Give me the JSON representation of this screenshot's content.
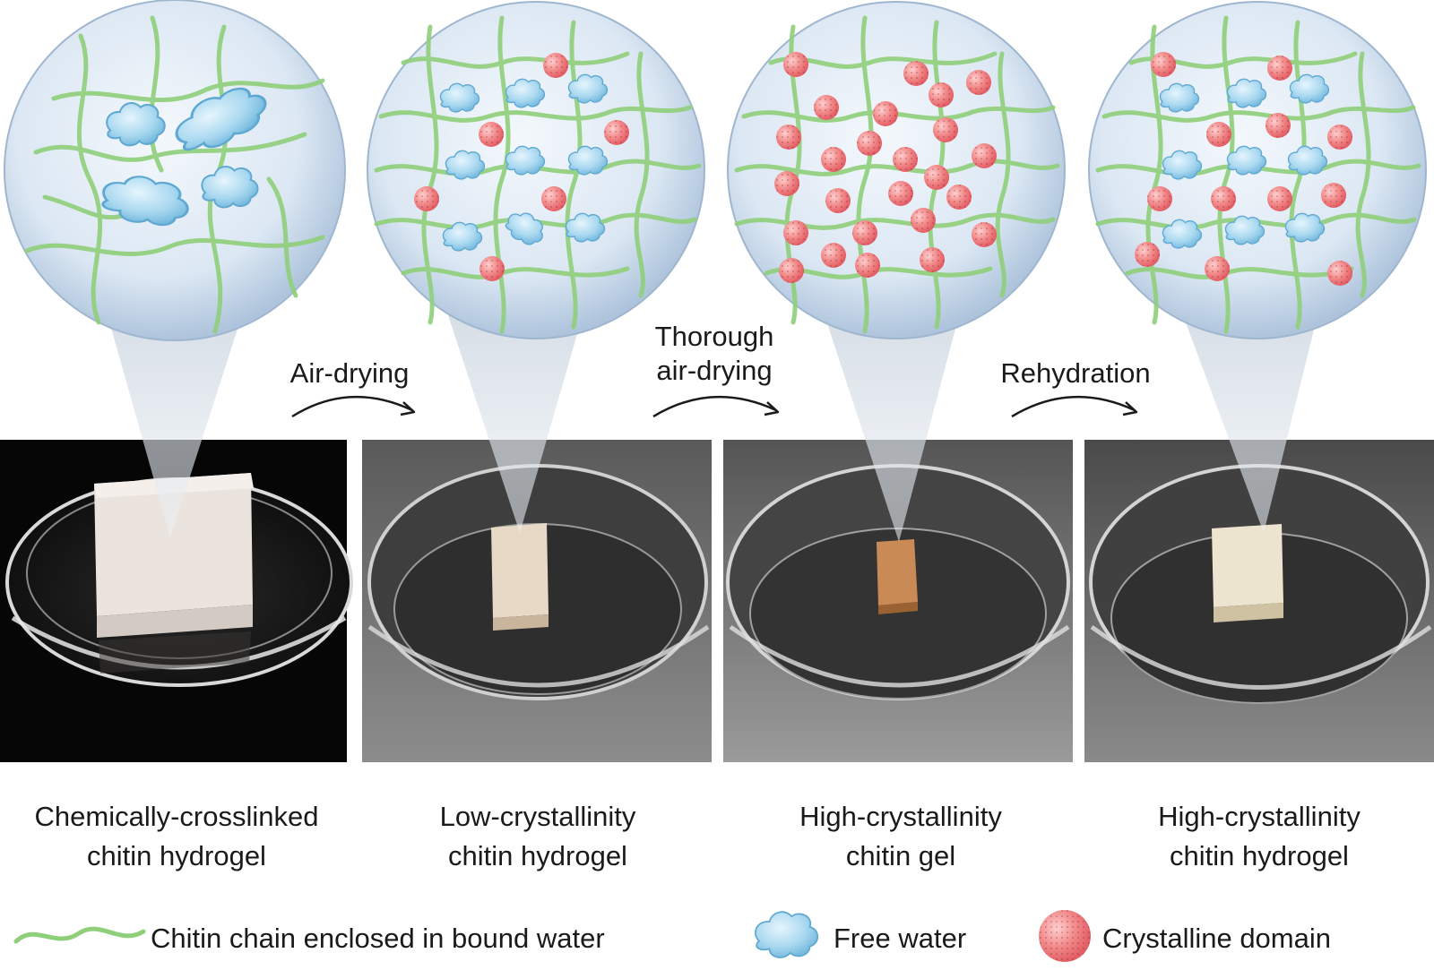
{
  "stages": [
    {
      "caption_line1": "Chemically-crosslinked",
      "caption_line2": "chitin hydrogel"
    },
    {
      "caption_line1": "Low-crystallinity",
      "caption_line2": "chitin hydrogel"
    },
    {
      "caption_line1": "High-crystallinity",
      "caption_line2": "chitin gel"
    },
    {
      "caption_line1": "High-crystallinity",
      "caption_line2": "chitin hydrogel"
    }
  ],
  "transitions": [
    {
      "line1": "Air-drying",
      "line2": ""
    },
    {
      "line1": "Thorough",
      "line2": "air-drying"
    },
    {
      "line1": "Rehydration",
      "line2": ""
    }
  ],
  "legend": {
    "chain": "Chitin chain enclosed in bound water",
    "free_water": "Free water",
    "crystalline": "Crystalline domain"
  },
  "colors": {
    "chain": "#8fcf7a",
    "free_water": "#a9d8f0",
    "crystalline": "#f07878",
    "bubble": "#d6e4f2"
  }
}
